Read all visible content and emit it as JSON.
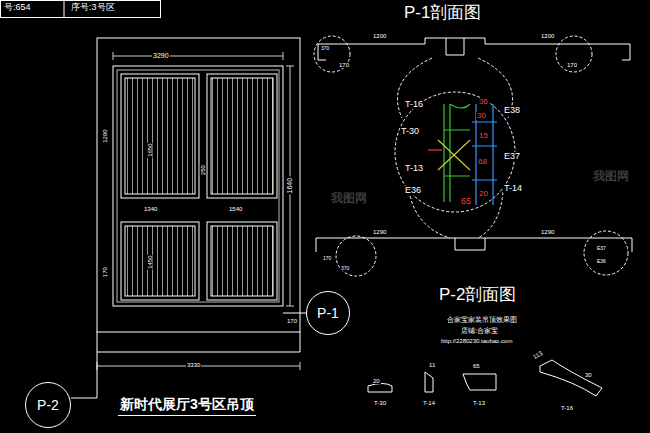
{
  "diagram": {
    "title": "新时代展厅3号区吊顶",
    "nodes": [
      {
        "text": [
          "P-1"
        ]
      },
      {
        "text": [
          "P-2"
        ]
      }
    ],
    "labels": [
      "号:654",
      "序号:3号区",
      "P-1剖面图",
      "P-2剖面图",
      "3290",
      "1640",
      "1290",
      "1650",
      "250",
      "1340",
      "1540",
      "1450",
      "170",
      "170",
      "3330",
      "1200",
      "1200",
      "170",
      "370",
      "170",
      "T-16",
      "E38",
      "T-30",
      "E37",
      "T-13",
      "T-14",
      "E36",
      "30",
      "15",
      "36",
      "68",
      "20",
      "65",
      "1290",
      "1290",
      "370",
      "170",
      "E37",
      "E36",
      "合家宝家装吊顶效果图",
      "店铺:合家宝",
      "http://2280230.taobao.com",
      "20",
      "T-30",
      "11",
      "T-14",
      "65",
      "T-13",
      "113",
      "30",
      "T-16",
      "我图网",
      "我图网"
    ]
  }
}
